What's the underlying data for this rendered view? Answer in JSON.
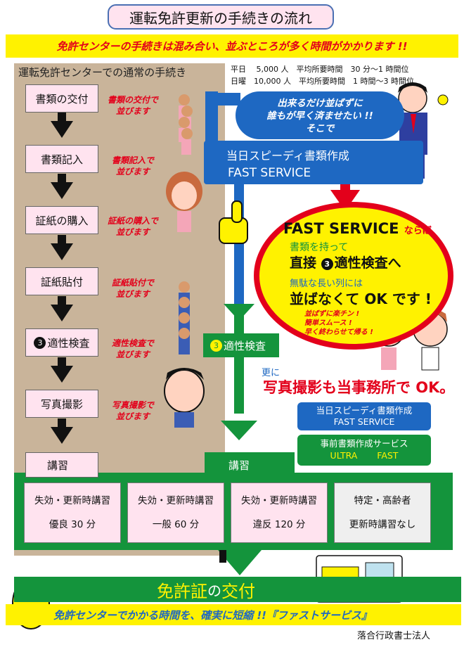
{
  "title": "運転免許更新の手続きの流れ",
  "warning": "免許センターの手続きは混み合い、並ぶところが多く時間がかかります !!",
  "left_heading": "運転免許センターでの通常の手続き",
  "stats": {
    "weekday": "平日　 5,000 人　平均所要時間　30 分〜1 時間位",
    "weekend": "日曜　10,000 人　平均所要時間　1 時間〜3 時間位"
  },
  "steps": [
    {
      "label": "書類の交付",
      "note1": "書類の交付で",
      "note2": "並びます"
    },
    {
      "label": "書類記入",
      "note1": "書類記入で",
      "note2": "並びます"
    },
    {
      "label": "証紙の購入",
      "note1": "証紙の購入で",
      "note2": "並びます"
    },
    {
      "label": "証紙貼付",
      "note1": "証紙貼付で",
      "note2": "並びます"
    },
    {
      "label": "適性検査",
      "num": "3",
      "note1": "適性検査で",
      "note2": "並びます"
    },
    {
      "label": "写真撮影",
      "note1": "写真撮影で",
      "note2": "並びます"
    }
  ],
  "speech": {
    "l1": "出来るだけ並ばずに",
    "l2": "誰もが早く済ませたい !!",
    "l3": "そこで"
  },
  "same_day_box": {
    "l1": "当日スピーディ書類作成",
    "l2": "FAST SERVICE"
  },
  "circle": {
    "head": "FAST SERVICE",
    "head_suffix": "ならば",
    "l2": "書類を持って",
    "l3a": "直接",
    "l3_num": "3",
    "l3b": "適性検査へ",
    "l4": "無駄な長い列には",
    "l5": "並ばなくて OK です !",
    "s1": "並ばずに楽チン !",
    "s2": "簡単スムース !",
    "s3": "早く終わらせて帰る !"
  },
  "green_tag": {
    "num": "3",
    "label": "適性検査"
  },
  "sara": "更に",
  "photo": "写真撮影も当事務所で OK。",
  "service1": {
    "l1": "当日スピーディ書類作成",
    "l2": "FAST SERVICE"
  },
  "service2": {
    "l1": "事前書類作成サービス",
    "l2": "ULTRA FAST"
  },
  "kosyu": "講習",
  "courses": [
    {
      "l1": "失効・更新時講習",
      "l2": "優良 30 分"
    },
    {
      "l1": "失効・更新時講習",
      "l2": "一般 60 分"
    },
    {
      "l1": "失効・更新時講習",
      "l2": "違反 120 分"
    },
    {
      "l1": "特定・高齢者",
      "l2": "更新時講習なし"
    }
  ],
  "license": {
    "main": "免許証",
    "mid": " の ",
    "end": "交付"
  },
  "bottom": "免許センターでかかる時間を、確実に短縮 !!『ファストサービス』",
  "corp": "落合行政書士法人",
  "colors": {
    "pink": "#ffe3ef",
    "blue": "#1e68c2",
    "green": "#14943c",
    "yellow": "#fff200",
    "red": "#e3001b",
    "tan": "#c9b49a"
  }
}
